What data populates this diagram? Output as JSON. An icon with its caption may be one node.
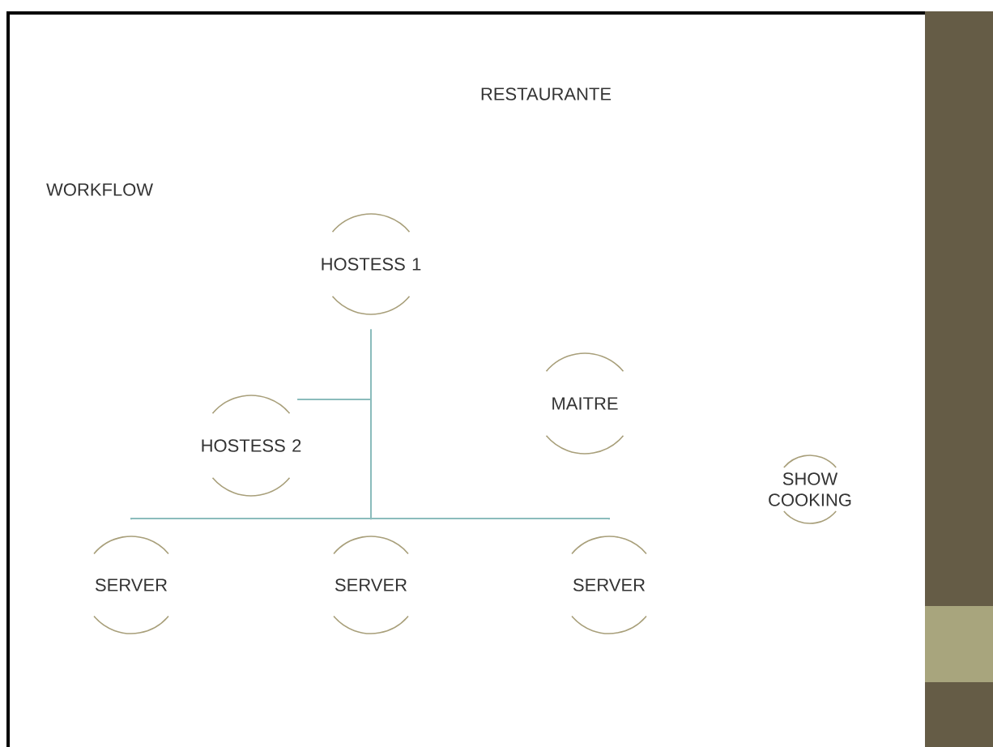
{
  "diagram": {
    "title": "RESTAURANTE",
    "nodes": [
      {
        "text": [
          "HOSTESS 1"
        ]
      },
      {
        "text": [
          "HOSTESS 2"
        ]
      },
      {
        "text": [
          "MAITRE"
        ]
      },
      {
        "text": [
          "SHOW COOKING"
        ]
      },
      {
        "text": [
          "SERVER"
        ]
      },
      {
        "text": [
          "SERVER"
        ]
      },
      {
        "text": [
          "SERVER"
        ]
      }
    ],
    "edges": [
      {
        "from": 0,
        "to": 1,
        "arrow": "none"
      },
      {
        "from": 0,
        "to": 4,
        "arrow": "none"
      },
      {
        "from": 0,
        "to": 5,
        "arrow": "none"
      },
      {
        "from": 0,
        "to": 6,
        "arrow": "none"
      }
    ],
    "labels": [
      "WORKFLOW"
    ]
  }
}
